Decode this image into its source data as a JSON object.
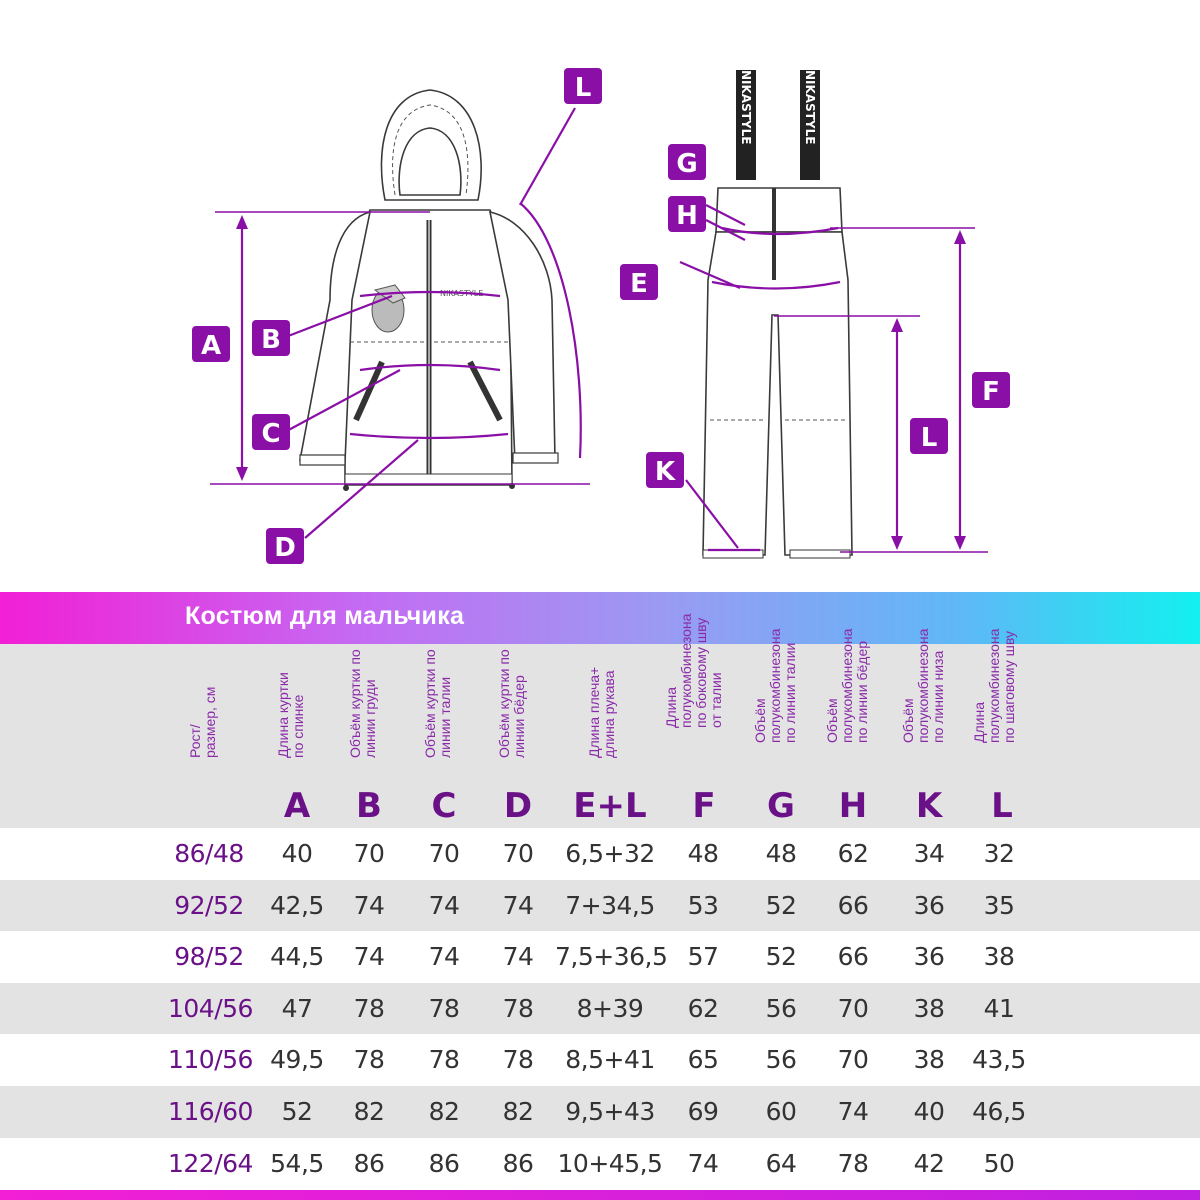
{
  "diagram": {
    "badges": [
      "A",
      "B",
      "C",
      "D",
      "L",
      "E",
      "F",
      "G",
      "H",
      "K",
      "L"
    ],
    "strap_text": "NIKASTYLE",
    "jacket_logo": "NIKASTYLE"
  },
  "title": "Костюм для мальчика",
  "columns": [
    {
      "label": "Рост/\nразмер, см",
      "letter": ""
    },
    {
      "label": "Длина куртки\nпо спинке",
      "letter": "A"
    },
    {
      "label": "Объём куртки по\nлинии груди",
      "letter": "B"
    },
    {
      "label": "Объём куртки по\nлинии талии",
      "letter": "C"
    },
    {
      "label": "Объём куртки по\nлинии бёдер",
      "letter": "D"
    },
    {
      "label": "Длина плеча+\nдлина рукава",
      "letter": "E+L"
    },
    {
      "label": "Длина\nполукомбинезона\nпо боковому шву\nот талии",
      "letter": "F"
    },
    {
      "label": "Объём\nполукомбинезона\nпо линии талии",
      "letter": "G"
    },
    {
      "label": "Объём\nполукомбинезона\nпо линии бёдер",
      "letter": "H"
    },
    {
      "label": "Объём\nполукомбинезона\nпо линии низа",
      "letter": "K"
    },
    {
      "label": "Длина\nполукомбинезона\nпо шаговому шву",
      "letter": "L"
    }
  ],
  "rows": [
    [
      "86/48",
      "40",
      "70",
      "70",
      "70",
      "6,5+32",
      "48",
      "48",
      "62",
      "34",
      "32"
    ],
    [
      "92/52",
      "42,5",
      "74",
      "74",
      "74",
      "7+34,5",
      "53",
      "52",
      "66",
      "36",
      "35"
    ],
    [
      "98/52",
      "44,5",
      "74",
      "74",
      "74",
      "7,5+36,5",
      "57",
      "52",
      "66",
      "36",
      "38"
    ],
    [
      "104/56",
      "47",
      "78",
      "78",
      "78",
      "8+39",
      "62",
      "56",
      "70",
      "38",
      "41"
    ],
    [
      "110/56",
      "49,5",
      "78",
      "78",
      "78",
      "8,5+41",
      "65",
      "56",
      "70",
      "38",
      "43,5"
    ],
    [
      "116/60",
      "52",
      "82",
      "82",
      "82",
      "9,5+43",
      "69",
      "60",
      "74",
      "40",
      "46,5"
    ],
    [
      "122/64",
      "54,5",
      "86",
      "86",
      "86",
      "10+45,5",
      "74",
      "64",
      "78",
      "42",
      "50"
    ]
  ]
}
